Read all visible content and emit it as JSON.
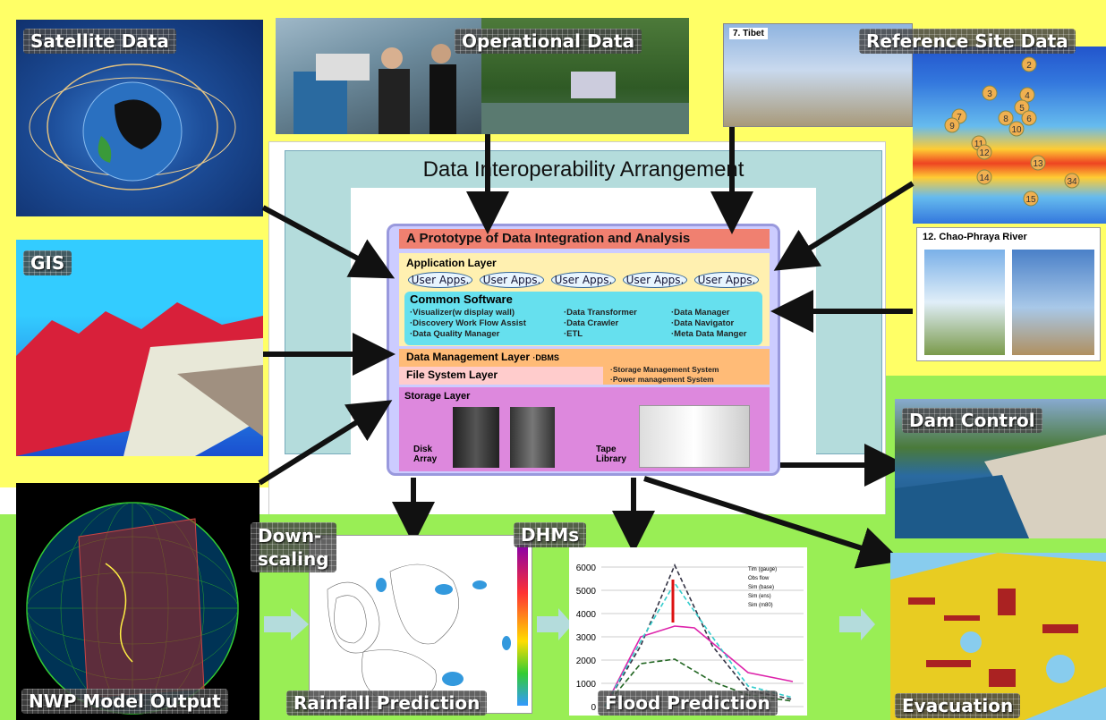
{
  "labels": {
    "satellite": "Satellite Data",
    "operational": "Operational Data",
    "reference": "Reference Site Data",
    "gis": "GIS",
    "nwp": "NWP Model Output",
    "downscaling": "Down-\nscaling",
    "dhms": "DHMs",
    "rainfall": "Rainfall Prediction",
    "flood": "Flood Prediction",
    "dam": "Dam Control",
    "evacuation": "Evacuation"
  },
  "photo_captions": {
    "tibet": "7. Tibet",
    "chao": "12. Chao-Phraya River"
  },
  "map_markers": [
    "2",
    "3",
    "4",
    "5",
    "6",
    "7",
    "8",
    "9",
    "10",
    "11",
    "12",
    "13",
    "14",
    "15",
    "34"
  ],
  "arrangement_title": "Data Interoperability Arrangement",
  "prototype": {
    "title": "A Prototype of Data Integration and Analysis",
    "application_layer": "Application Layer",
    "user_apps": [
      "User Apps.",
      "User Apps.",
      "User Apps.",
      "User Apps.",
      "User Apps."
    ],
    "common_software": "Common Software",
    "software_col1": [
      "·Visualizer(w display wall)",
      "·Discovery Work Flow Assist",
      "·Data Quality Manager"
    ],
    "software_col2": [
      "·Data  Transformer",
      "·Data Crawler",
      "·ETL"
    ],
    "software_col3": [
      "·Data Manager",
      "·Data Navigator",
      "·Meta Data Manger"
    ],
    "dm_layer": "Data Management Layer",
    "dbms": "·DBMS",
    "fs_layer": "File System Layer",
    "mgmt": [
      "·Storage Management System",
      "·Power management System"
    ],
    "storage_layer": "Storage Layer",
    "disk": "Disk\nArray",
    "tape": "Tape\nLibrary"
  },
  "flood_chart": {
    "yticks": [
      "6000",
      "5000",
      "4000",
      "3000",
      "2000",
      "1000",
      "0"
    ],
    "legend": [
      "Tim (gauge)",
      "Obs flow",
      "Sim (base)",
      "Sim (ens)",
      "Sim (m80)"
    ]
  },
  "colors": {
    "yellow_panel": "#ffff66",
    "green_panel": "#99ee55",
    "arrangement_box": "#b4dcdc",
    "prototype_border": "#9999dd",
    "title_bar": "#f08070",
    "application": "#fff0b0",
    "common_software": "#66e0ee",
    "data_mgmt": "#ffbb77",
    "file_system": "#ffcccc",
    "storage": "#dd88dd"
  }
}
